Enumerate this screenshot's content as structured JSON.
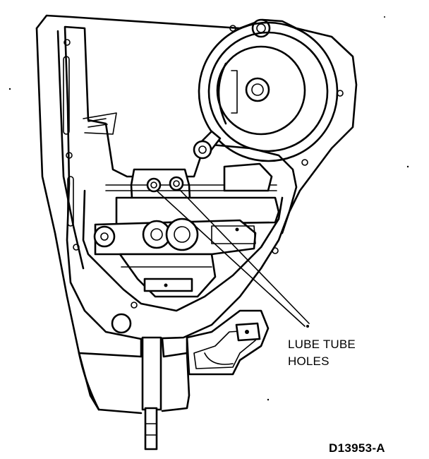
{
  "callout": {
    "line1": "LUBE TUBE",
    "line2": "HOLES"
  },
  "figure_id": "D13953-A"
}
